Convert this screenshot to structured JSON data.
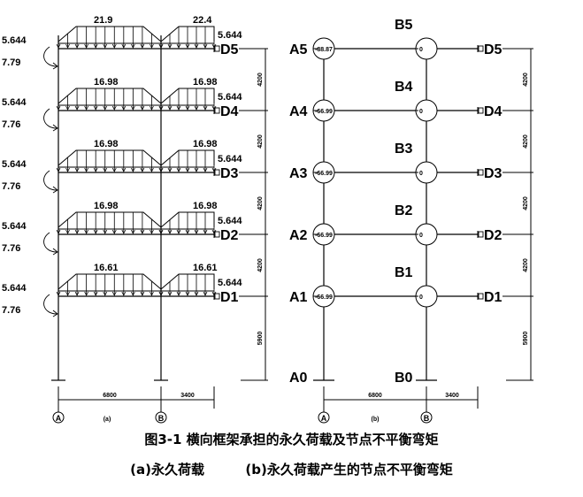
{
  "figure": {
    "title": "图3-1  横向框架承担的永久荷载及节点不平衡弯矩",
    "subtitle_a": "(a)永久荷载",
    "subtitle_b": "(b)永久荷载产生的节点不平衡弯矩"
  },
  "frame_a": {
    "sublabel": "(a)",
    "axis_labels": [
      "A",
      "B"
    ],
    "span_dims": [
      "6800",
      "3400"
    ],
    "story_dims": [
      "4200",
      "4200",
      "4200",
      "4200",
      "5900"
    ],
    "floors": [
      {
        "name": "D5",
        "ab_load": "21.9",
        "bd_load": "22.4",
        "left_point": "5.644",
        "right_point": "5.644",
        "moment": "7.79"
      },
      {
        "name": "D4",
        "ab_load": "16.98",
        "bd_load": "16.98",
        "left_point": "5.644",
        "right_point": "5.644",
        "moment": "7.76"
      },
      {
        "name": "D3",
        "ab_load": "16.98",
        "bd_load": "16.98",
        "left_point": "5.644",
        "right_point": "5.644",
        "moment": "7.76"
      },
      {
        "name": "D2",
        "ab_load": "16.98",
        "bd_load": "16.98",
        "left_point": "5.644",
        "right_point": "5.644",
        "moment": "7.76"
      },
      {
        "name": "D1",
        "ab_load": "16.61",
        "bd_load": "16.61",
        "left_point": "5.644",
        "right_point": "5.644",
        "moment": "7.76"
      }
    ]
  },
  "frame_b": {
    "sublabel": "(b)",
    "axis_labels": [
      "A",
      "B"
    ],
    "span_dims": [
      "6800",
      "3400"
    ],
    "story_dims": [
      "4200",
      "4200",
      "4200",
      "4200",
      "5900"
    ],
    "base_labels": [
      "A0",
      "B0"
    ],
    "floors": [
      {
        "a_node": "A5",
        "b_node": "B5",
        "d_node": "D5",
        "a_moment": "-88.87",
        "b_moment": "0"
      },
      {
        "a_node": "A4",
        "b_node": "B4",
        "d_node": "D4",
        "a_moment": "-66.99",
        "b_moment": "0"
      },
      {
        "a_node": "A3",
        "b_node": "B3",
        "d_node": "D3",
        "a_moment": "-66.99",
        "b_moment": "0"
      },
      {
        "a_node": "A2",
        "b_node": "B2",
        "d_node": "D2",
        "a_moment": "-66.99",
        "b_moment": "0"
      },
      {
        "a_node": "A1",
        "b_node": "B1",
        "d_node": "D1",
        "a_moment": "-66.99",
        "b_moment": "0"
      }
    ]
  }
}
